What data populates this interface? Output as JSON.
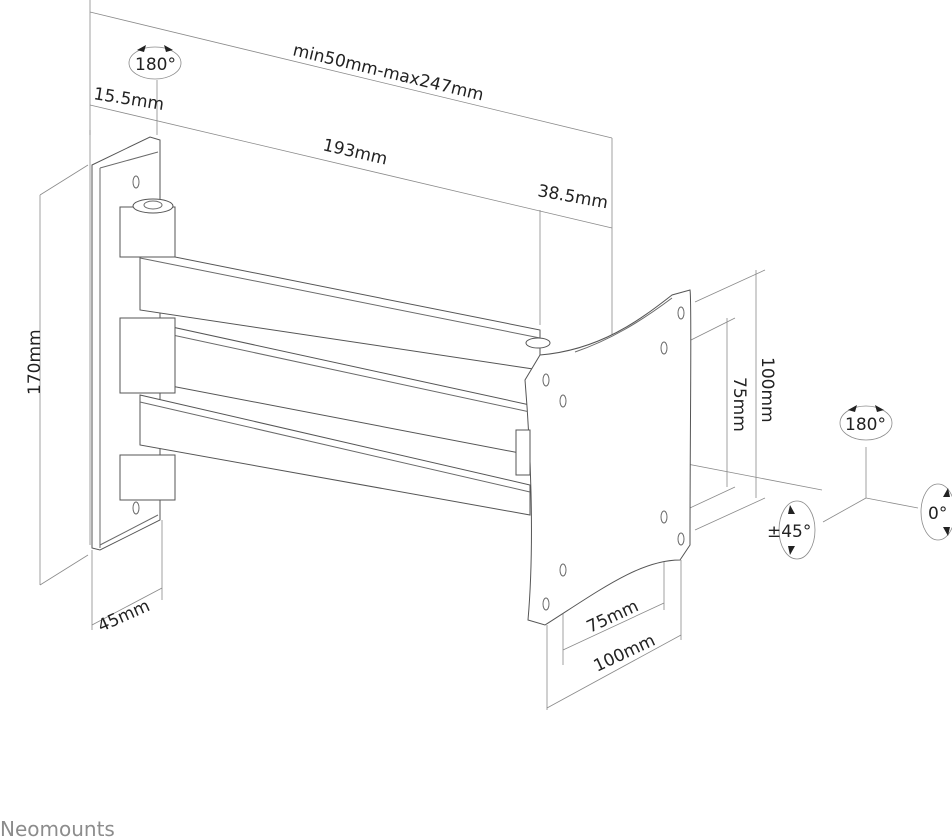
{
  "diagram": {
    "dimensions": {
      "arm_extension": "min50mm-max247mm",
      "wall_offset": "15.5mm",
      "arm_length": "193mm",
      "plate_offset": "38.5mm",
      "wall_plate_height": "170mm",
      "wall_plate_depth": "45mm",
      "vesa_height_large": "100mm",
      "vesa_height_small": "75mm",
      "vesa_width_small": "75mm",
      "vesa_width_large": "100mm"
    },
    "rotations": {
      "arm_swivel": "180°",
      "swivel": "180°",
      "tilt": "±45°",
      "rotate": "0°"
    }
  },
  "brand": {
    "name": "Neomounts"
  },
  "colors": {
    "line": "#6a6a6a",
    "text": "#222222",
    "brand": "#8c8c8c"
  }
}
